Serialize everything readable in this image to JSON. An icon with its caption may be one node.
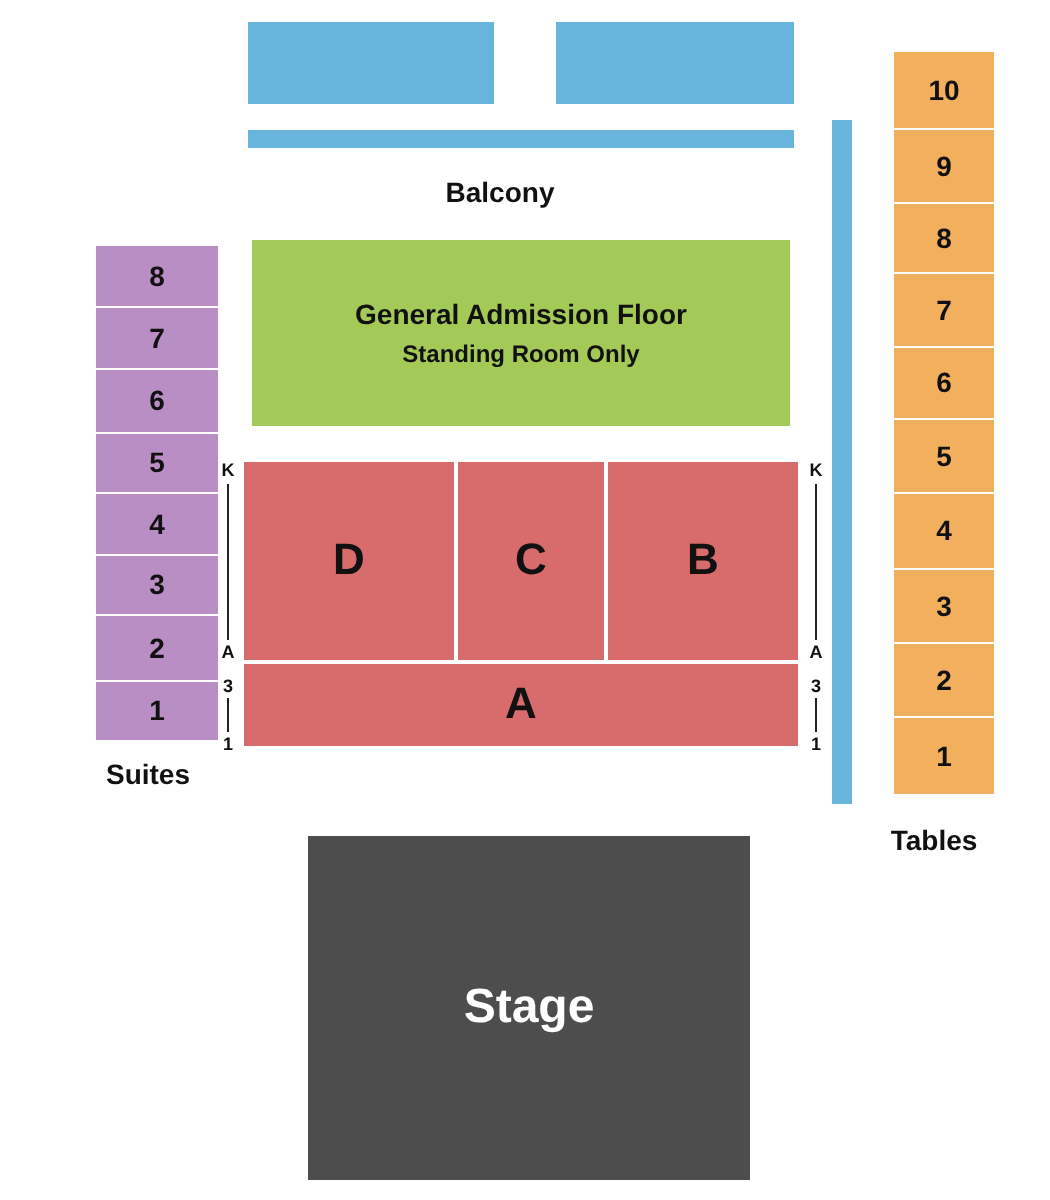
{
  "diagram": {
    "nodes": [
      {
        "text": [],
        "shape": "box"
      },
      {
        "text": [],
        "shape": "box"
      },
      {
        "text": [],
        "shape": "box"
      },
      {
        "text": [],
        "shape": "box"
      },
      {
        "text": [
          "General Admission Floor",
          "Standing Room Only"
        ]
      },
      {
        "text": [
          "D"
        ]
      },
      {
        "text": [
          "C"
        ]
      },
      {
        "text": [
          "B"
        ]
      },
      {
        "text": [
          "A"
        ]
      },
      {
        "text": [
          "8"
        ]
      },
      {
        "text": [
          "7"
        ]
      },
      {
        "text": [
          "6"
        ]
      },
      {
        "text": [
          "5"
        ]
      },
      {
        "text": [
          "4"
        ]
      },
      {
        "text": [
          "3"
        ]
      },
      {
        "text": [
          "2"
        ]
      },
      {
        "text": [
          "1"
        ]
      },
      {
        "text": [
          "10"
        ]
      },
      {
        "text": [
          "9"
        ]
      },
      {
        "text": [
          "8"
        ]
      },
      {
        "text": [
          "7"
        ]
      },
      {
        "text": [
          "6"
        ]
      },
      {
        "text": [
          "5"
        ]
      },
      {
        "text": [
          "4"
        ]
      },
      {
        "text": [
          "3"
        ]
      },
      {
        "text": [
          "2"
        ]
      },
      {
        "text": [
          "1"
        ]
      },
      {
        "text": [
          "Stage"
        ]
      }
    ],
    "edges": [],
    "labels": [
      "Balcony",
      "K",
      "K",
      "A",
      "A",
      "3",
      "3",
      "1",
      "1",
      "Suites",
      "Tables"
    ]
  }
}
